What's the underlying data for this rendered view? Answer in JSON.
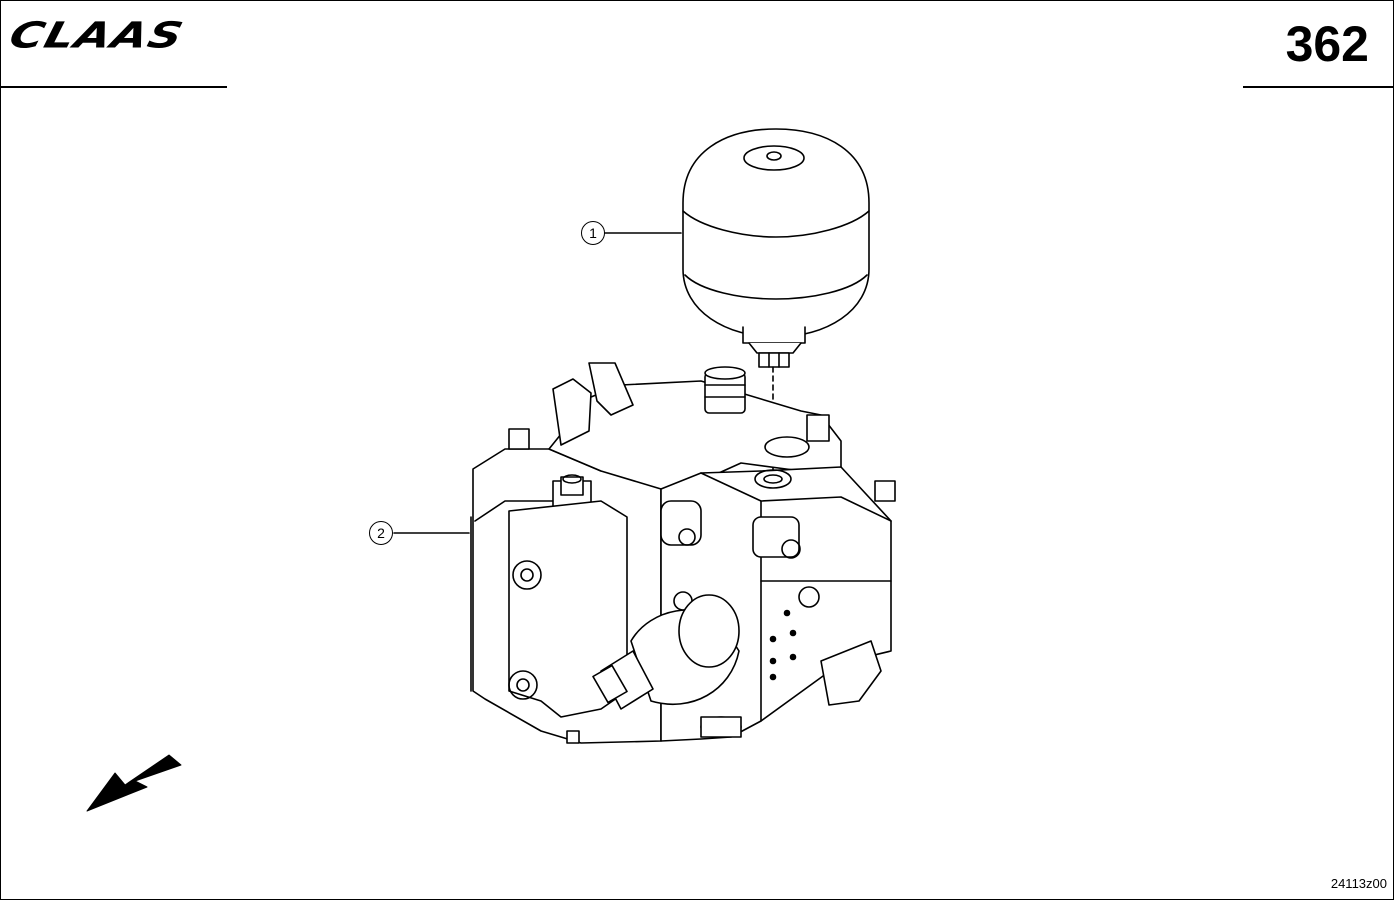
{
  "header": {
    "brand": "CLAAS",
    "page_number": "362"
  },
  "callouts": [
    {
      "label": "1"
    },
    {
      "label": "2"
    }
  ],
  "footer": {
    "drawing_id": "24113z00"
  },
  "colors": {
    "ink": "#000000",
    "paper": "#ffffff"
  }
}
